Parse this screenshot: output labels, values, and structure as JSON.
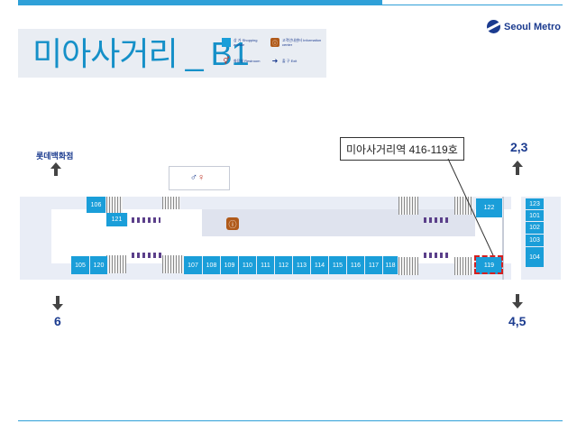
{
  "header": {
    "station_title": "미아사거리 _ B1",
    "logo_text": "Seoul Metro"
  },
  "legend": [
    {
      "icon": "shop-swatch",
      "color": "#1a9ed9",
      "label": "상 가 Shopping arcade"
    },
    {
      "icon": "info-center-icon",
      "color": "#b05a1a",
      "label": "고객안내센터 Information center"
    },
    {
      "icon": "restroom-icon",
      "color": "#c0392b",
      "label": "화장실 Restroom"
    },
    {
      "icon": "exit-arrow-icon",
      "color": "#1b3b8f",
      "label": "출 구 Exit"
    }
  ],
  "map": {
    "callout": "미아사거리역 416-119호",
    "highlighted_store": "119",
    "exits": {
      "top_left_destination": "롯데백화점",
      "top_right": "2,3",
      "bottom_left": "6",
      "bottom_right": "4,5"
    },
    "stores": [
      "106",
      "121",
      "122",
      "123",
      "101",
      "102",
      "103",
      "104",
      "105",
      "120",
      "107",
      "108",
      "109",
      "110",
      "111",
      "112",
      "113",
      "114",
      "115",
      "116",
      "117",
      "118",
      "119"
    ]
  },
  "colors": {
    "accent": "#2fa0d8",
    "store": "#1a9ed9",
    "title": "#1590c8",
    "brand": "#1b3b8f",
    "highlight": "#d42020"
  }
}
